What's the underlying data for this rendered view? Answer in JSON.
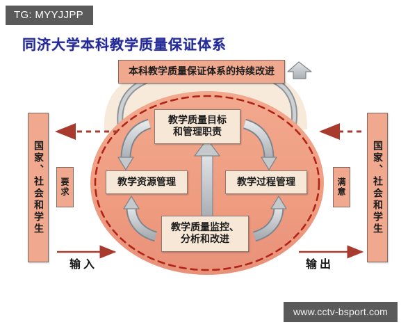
{
  "overlay": {
    "tg_badge": "TG: MYYJJPP",
    "watermark": "www.cctv-bsport.com"
  },
  "diagram": {
    "title": "同济大学本科教学质量保证体系",
    "title_color": "#242b96",
    "ellipse_fill": "#ef9c80",
    "ellipse_dash_color": "#b02418",
    "arrow_fill": "#c6c9cc",
    "arrow_stroke": "#7e868c",
    "box_fill": "#f7e7d6",
    "pillar_fill": "#f0a98e",
    "flow_arrow_color": "#a83b2e",
    "nodes": {
      "improvement": "本科教学质量保证体系的持续改进",
      "goal_line1": "教学质量目标",
      "goal_line2": "和管理职责",
      "resource": "教学资源管理",
      "process": "教学过程管理",
      "monitor_line1": "教学质量监控、",
      "monitor_line2": "分析和改进"
    },
    "pillars": {
      "left": "国家、社会和学生",
      "right": "国家、社会和学生"
    },
    "tags": {
      "requirement": "要求",
      "satisfaction": "满意"
    },
    "io": {
      "input": "输入",
      "output": "输出"
    }
  }
}
